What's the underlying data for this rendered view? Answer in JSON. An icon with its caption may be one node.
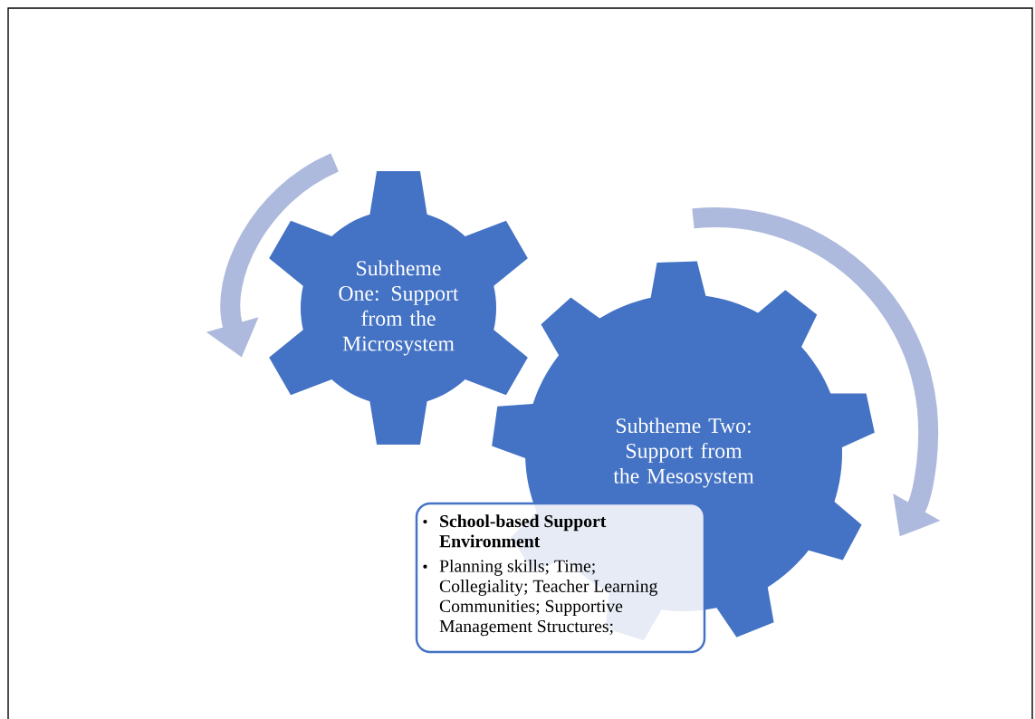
{
  "diagram": {
    "nodes": [
      {
        "text": [
          "Subtheme One: Support from the Microsystem"
        ]
      },
      {
        "text": [
          "Subtheme Two: Support from the Mesosystem"
        ]
      },
      {
        "text": [
          "School-based Support Environment",
          "Planning skills; Time; Collegiality; Teacher Learning Communities; Supportive Management Structures;"
        ]
      }
    ]
  }
}
